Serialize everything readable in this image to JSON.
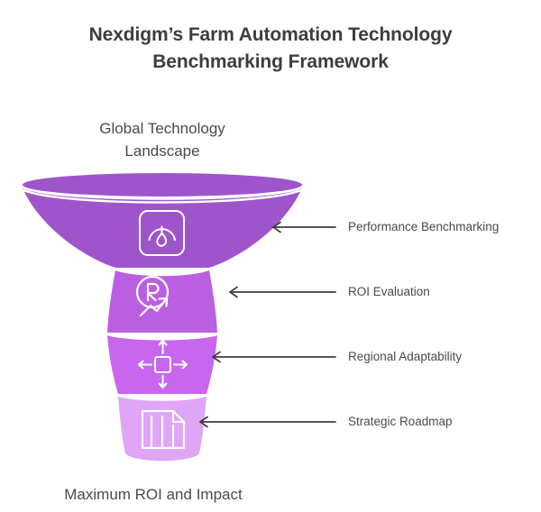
{
  "header": {
    "title_line1": "Nexdigm’s Farm Automation Technology",
    "title_line2": "Benchmarking Framework"
  },
  "funnel": {
    "top_caption_line1": "Global Technology",
    "top_caption_line2": "Landscape",
    "bottom_caption": "Maximum ROI and Impact",
    "stages": [
      {
        "label": "Performance Benchmarking",
        "icon": "gauge-icon",
        "color": "#9E55CC"
      },
      {
        "label": "ROI Evaluation",
        "icon": "roi-growth-icon",
        "color": "#BB5FE2"
      },
      {
        "label": "Regional Adaptability",
        "icon": "resize-arrows-icon",
        "color": "#C866F0"
      },
      {
        "label": "Strategic Roadmap",
        "icon": "bar-chart-document-icon",
        "color": "#DFA6F7"
      }
    ]
  },
  "colors": {
    "background": "#FFFFFF",
    "title_text": "#3D3D3D",
    "body_text": "#4A4A4A",
    "connector": "#3F3F3F",
    "divider": "#FFFFFF"
  }
}
